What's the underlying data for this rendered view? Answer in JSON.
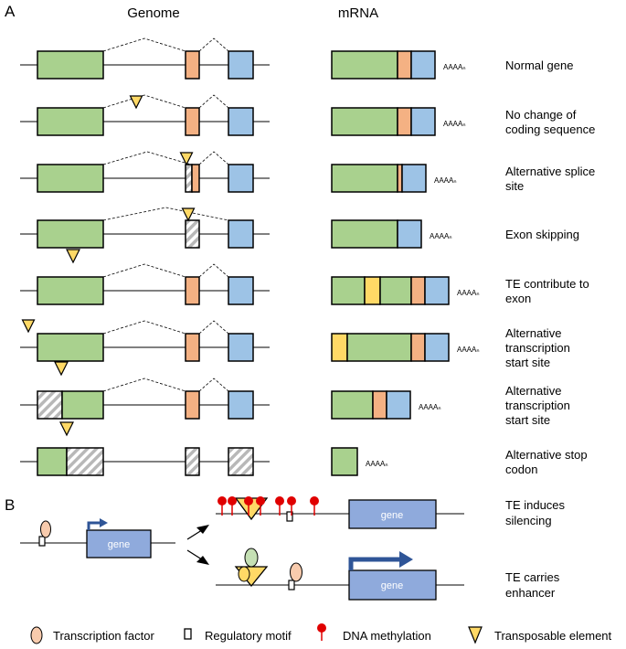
{
  "panel_a": {
    "label": "A",
    "genome_header": "Genome",
    "mrna_header": "mRNA",
    "polya": "AAAAₙ",
    "rows": [
      {
        "label_lines": [
          "Normal gene"
        ]
      },
      {
        "label_lines": [
          "No change of",
          "coding sequence"
        ]
      },
      {
        "label_lines": [
          "Alternative splice",
          "site"
        ]
      },
      {
        "label_lines": [
          "Exon skipping"
        ]
      },
      {
        "label_lines": [
          "TE contribute to",
          "exon"
        ]
      },
      {
        "label_lines": [
          "Alternative",
          "transcription",
          "start site"
        ]
      },
      {
        "label_lines": [
          "Alternative",
          "transcription",
          "start site"
        ]
      },
      {
        "label_lines": [
          "Alternative stop",
          "codon"
        ]
      }
    ]
  },
  "panel_b": {
    "label": "B",
    "gene_label": "gene",
    "outcomes": [
      {
        "label_lines": [
          "TE induces",
          "silencing"
        ]
      },
      {
        "label_lines": [
          "TE carries",
          "enhancer"
        ]
      }
    ]
  },
  "legend": [
    {
      "icon": "transcription-factor-icon",
      "label": "Transcription factor"
    },
    {
      "icon": "regulatory-motif-icon",
      "label": "Regulatory motif"
    },
    {
      "icon": "dna-methylation-icon",
      "label": "DNA methylation"
    },
    {
      "icon": "transposable-element-icon",
      "label": "Transposable element"
    }
  ],
  "colors": {
    "exon1": "#a9d18e",
    "exon2": "#f4b183",
    "exon3": "#9dc3e6",
    "te": "#ffd966",
    "gene_box": "#8faadc",
    "arrow": "#2f5597",
    "methylation": "#e00000",
    "tf_orange": "#f8cbad",
    "tf_green": "#c5e0b4"
  }
}
